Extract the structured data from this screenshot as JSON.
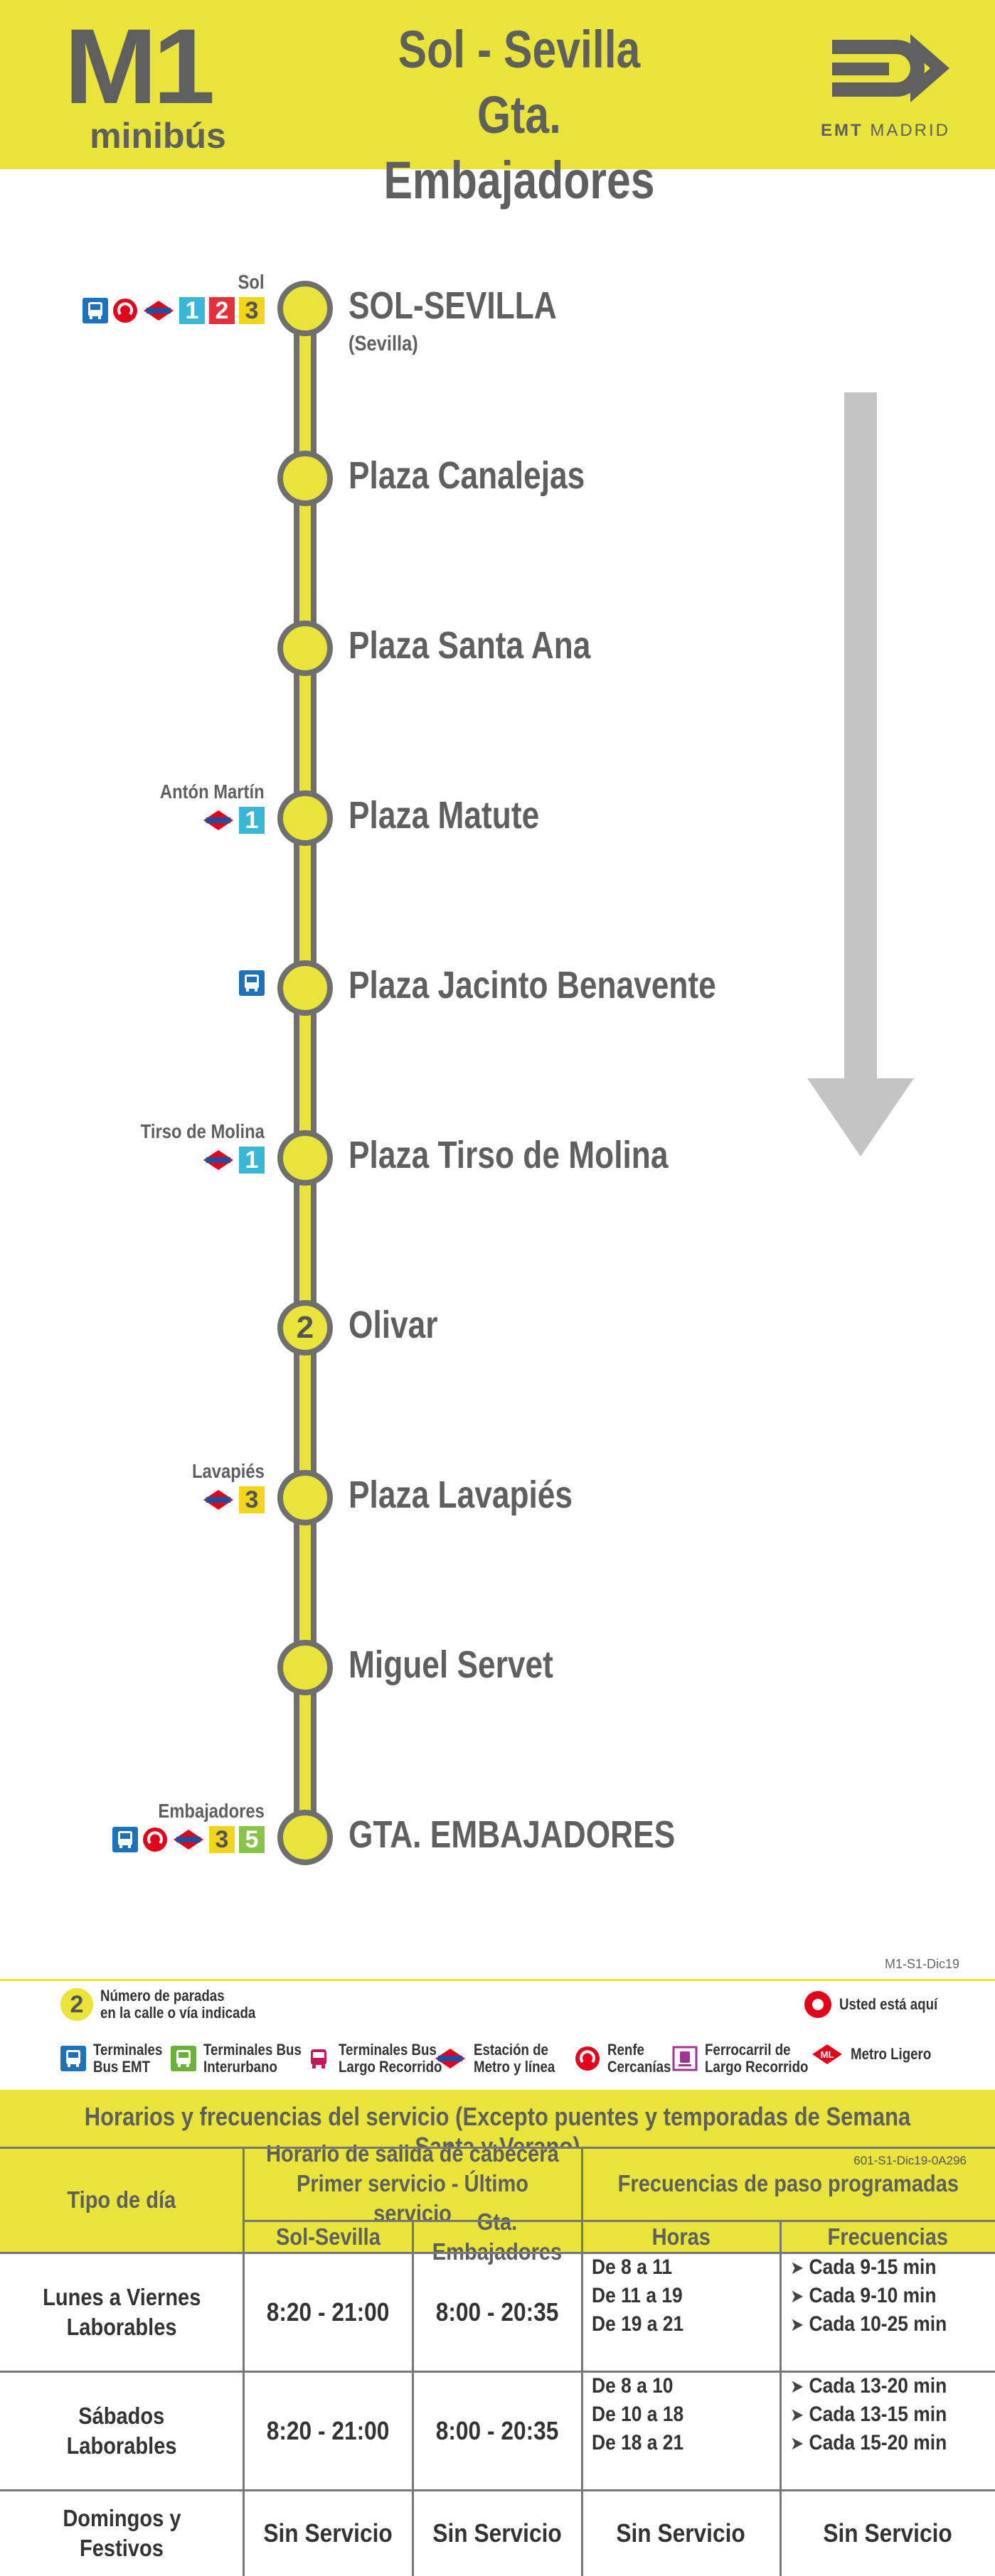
{
  "header": {
    "line_code": "M1",
    "line_type": "minibús",
    "route_line1": "Sol - Sevilla",
    "route_line2": "Gta. Embajadores",
    "brand_bold": "EMT",
    "brand_rest": "MADRID",
    "color": "#e8e43a"
  },
  "stops": [
    {
      "name": "SOL-SEVILLA",
      "sub": "(Sevilla)",
      "connection_label": "Sol",
      "connections": [
        "bus-emt",
        "renfe",
        "metro"
      ],
      "lines": [
        "1",
        "2",
        "3"
      ]
    },
    {
      "name": "Plaza Canalejas"
    },
    {
      "name": "Plaza Santa Ana"
    },
    {
      "name": "Plaza Matute",
      "connection_label": "Antón Martín",
      "connections": [
        "metro"
      ],
      "lines": [
        "1"
      ]
    },
    {
      "name": "Plaza Jacinto Benavente",
      "connections": [
        "bus-emt"
      ]
    },
    {
      "name": "Plaza Tirso de Molina",
      "connection_label": "Tirso de Molina",
      "connections": [
        "metro"
      ],
      "lines": [
        "1"
      ]
    },
    {
      "name": "Olivar",
      "stop_count": "2"
    },
    {
      "name": "Plaza Lavapiés",
      "connection_label": "Lavapiés",
      "connections": [
        "metro"
      ],
      "lines": [
        "3"
      ]
    },
    {
      "name": "Miguel Servet"
    },
    {
      "name": "GTA.  EMBAJADORES",
      "connection_label": "Embajadores",
      "connections": [
        "bus-emt",
        "renfe",
        "metro"
      ],
      "lines": [
        "3",
        "5"
      ]
    }
  ],
  "line_colors": {
    "1": "#3ab7d6",
    "2": "#e3313a",
    "3": "#f1d51a",
    "5": "#8bc34a"
  },
  "legend": {
    "code": "M1-S1-Dic19",
    "stops_count_num": "2",
    "stops_count_line1": "Número de paradas",
    "stops_count_line2": "en la calle o vía indicada",
    "you_are_here": "Usted está aquí",
    "items": [
      {
        "icon": "bus-emt",
        "line1": "Terminales",
        "line2": "Bus EMT"
      },
      {
        "icon": "bus-interurbano",
        "line1": "Terminales Bus",
        "line2": "Interurbano"
      },
      {
        "icon": "bus-largo",
        "line1": "Terminales Bus",
        "line2": "Largo Recorrido"
      },
      {
        "icon": "metro",
        "line1": "Estación de",
        "line2": "Metro y línea"
      },
      {
        "icon": "renfe",
        "line1": "Renfe",
        "line2": "Cercanías"
      },
      {
        "icon": "ferrocarril",
        "line1": "Ferrocarril de",
        "line2": "Largo Recorrido"
      },
      {
        "icon": "metro-ligero",
        "line1": "Metro Ligero",
        "line2": ""
      }
    ]
  },
  "timetable": {
    "title": "Horarios y frecuencias del servicio (Excepto puentes y temporadas de Semana Santa y Verano)",
    "code": "601-S1-Dic19-0A296",
    "col_day": "Tipo de día",
    "col_departure_1": "Horario de salida de cabecera",
    "col_departure_2": "Primer servicio - Último servicio",
    "col_freq": "Frecuencias de paso programadas",
    "sub_sol": "Sol-Sevilla",
    "sub_emb": "Gta. Embajadores",
    "sub_horas": "Horas",
    "sub_freq": "Frecuencias",
    "rows": [
      {
        "day1": "Lunes a Viernes",
        "day2": "Laborables",
        "sol": "8:20 - 21:00",
        "emb": "8:00 - 20:35",
        "horas": [
          "De 8 a 11",
          "De 11 a 19",
          "De 19 a 21"
        ],
        "freqs": [
          "Cada 9-15 min",
          "Cada 9-10 min",
          "Cada 10-25 min"
        ]
      },
      {
        "day1": "Sábados",
        "day2": "Laborables",
        "sol": "8:20 - 21:00",
        "emb": "8:00 - 20:35",
        "horas": [
          "De 8 a 10",
          "De 10 a 18",
          "De 18 a 21"
        ],
        "freqs": [
          "Cada 13-20 min",
          "Cada 13-15 min",
          "Cada 15-20 min"
        ]
      },
      {
        "day1": "Domingos y",
        "day2": "Festivos",
        "sol": "Sin Servicio",
        "emb": "Sin Servicio",
        "horas": [
          "Sin Servicio"
        ],
        "freqs": [
          "Sin Servicio"
        ]
      }
    ]
  }
}
